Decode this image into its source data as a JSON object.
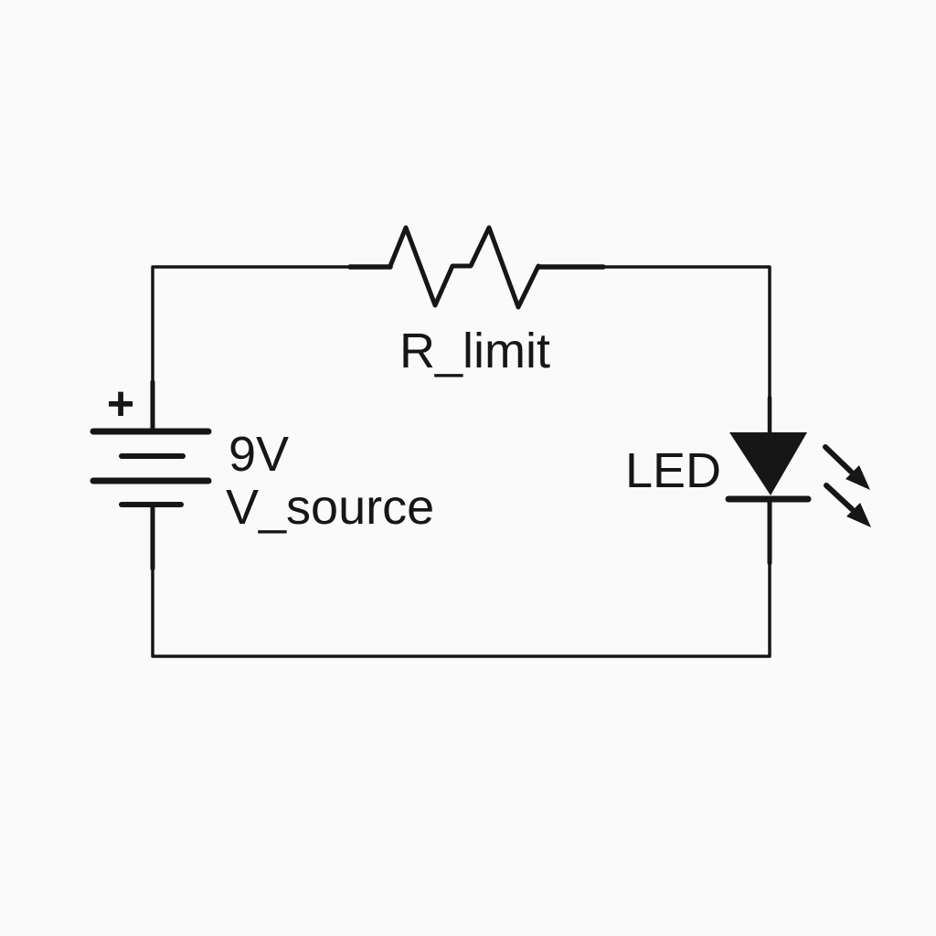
{
  "colors": {
    "background": "#fafafa",
    "ink": "#161616"
  },
  "schematic": {
    "battery": {
      "polarity": "+",
      "voltage": "9V",
      "name": "V_source"
    },
    "resistor": {
      "name": "R_limit"
    },
    "led": {
      "name": "LED"
    }
  }
}
